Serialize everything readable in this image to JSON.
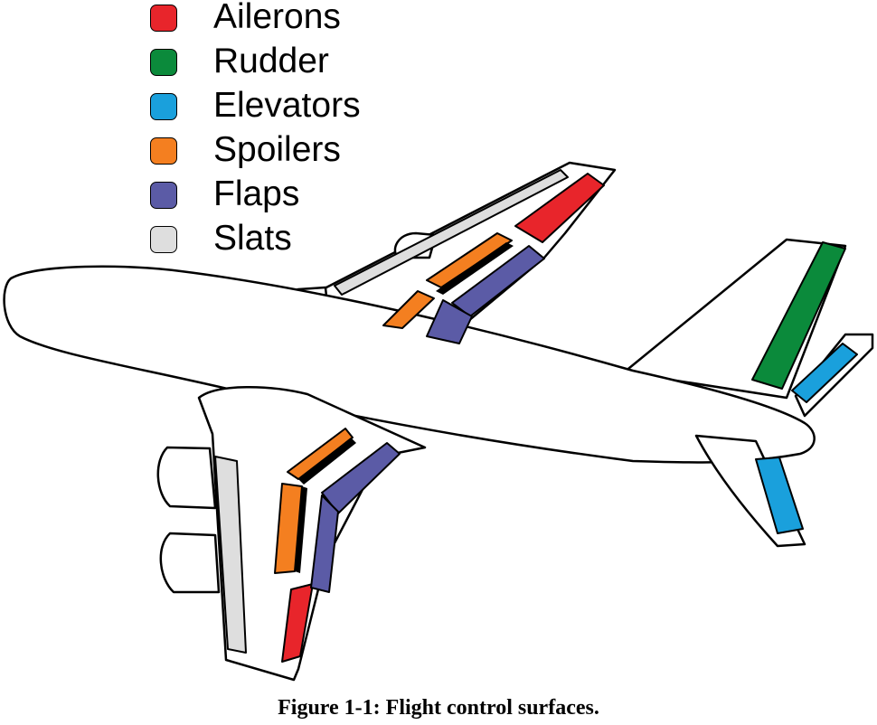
{
  "legend": [
    {
      "label": "Ailerons",
      "color": "#e8252b"
    },
    {
      "label": "Rudder",
      "color": "#0b8a3b"
    },
    {
      "label": "Elevators",
      "color": "#1aa0dc"
    },
    {
      "label": "Spoilers",
      "color": "#f47f20"
    },
    {
      "label": "Flaps",
      "color": "#5b5ba6"
    },
    {
      "label": "Slats",
      "color": "#dedede"
    }
  ],
  "caption": "Figure 1-1: Flight control surfaces."
}
